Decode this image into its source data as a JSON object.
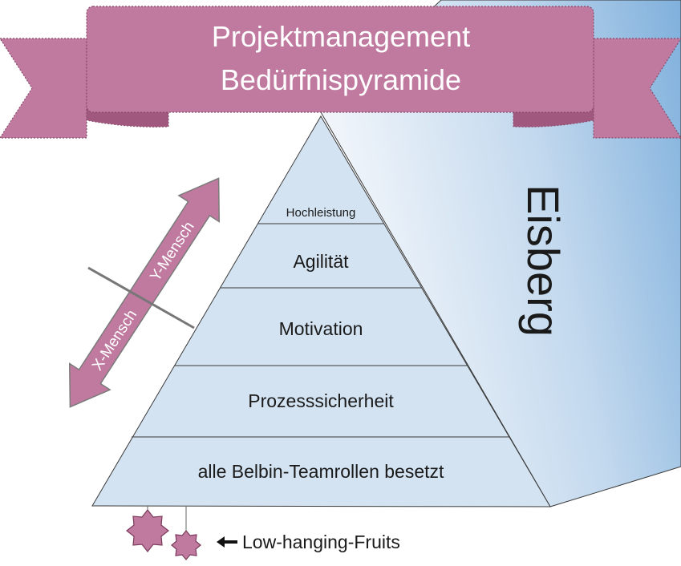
{
  "banner": {
    "line1": "Projektmanagement",
    "line2": "Bedürfnispyramide"
  },
  "iceberg": {
    "label": "Eisberg"
  },
  "pyramid": {
    "levels": [
      "Hochleistung",
      "Agilität",
      "Motivation",
      "Prozesssicherheit",
      "alle Belbin-Teamrollen besetzt"
    ]
  },
  "arrows": {
    "up_label": "Y-Mensch",
    "down_label": "X-Mensch"
  },
  "legend": {
    "fruits_label": "Low-hanging-Fruits"
  },
  "colors": {
    "ribbon": "#c07aa0",
    "ribbon_dark": "#a0587f",
    "pyramid_fill": "#d4e3f2",
    "iceberg_light": "#f2f6fb",
    "iceberg_dark": "#85b3dd"
  }
}
